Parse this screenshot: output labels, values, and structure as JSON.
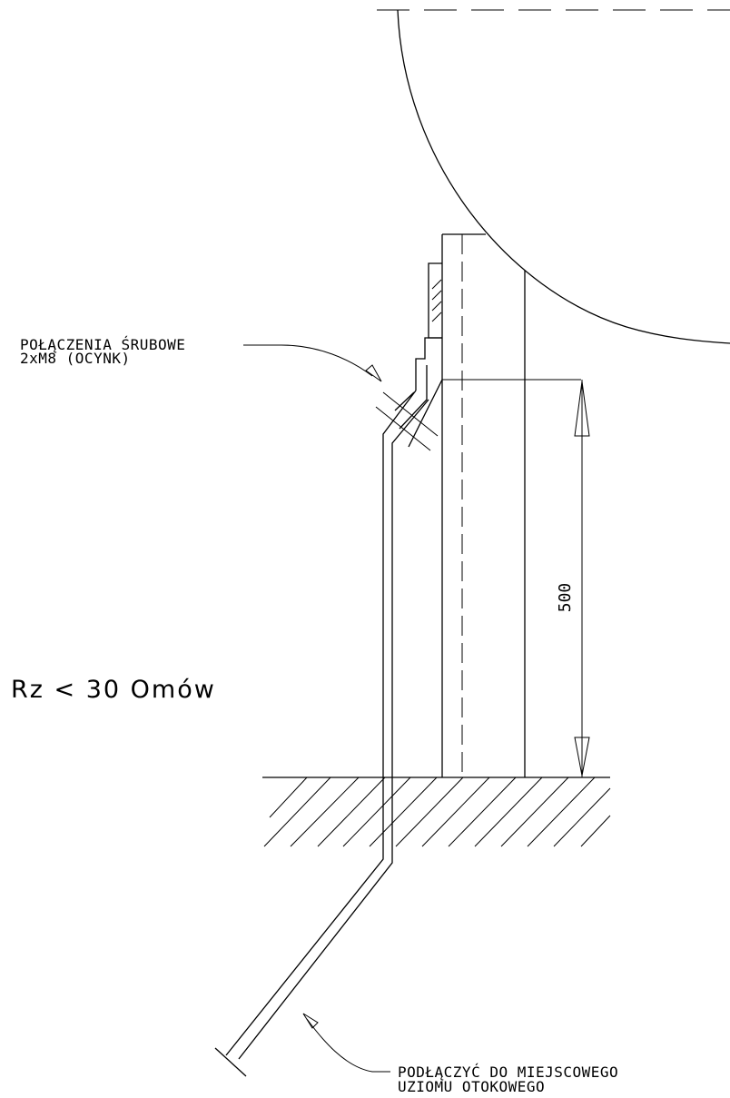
{
  "labels": {
    "bolt_line1": "POŁĄCZENIA ŚRUBOWE",
    "bolt_line2": "2xM8 (OCYNK)",
    "resistance": "Rz < 30 Omów",
    "dimension": "500",
    "connect_line1": "PODŁĄCZYĆ DO MIEJSCOWEGO",
    "connect_line2": "UZIOMU OTOKOWEGO"
  }
}
